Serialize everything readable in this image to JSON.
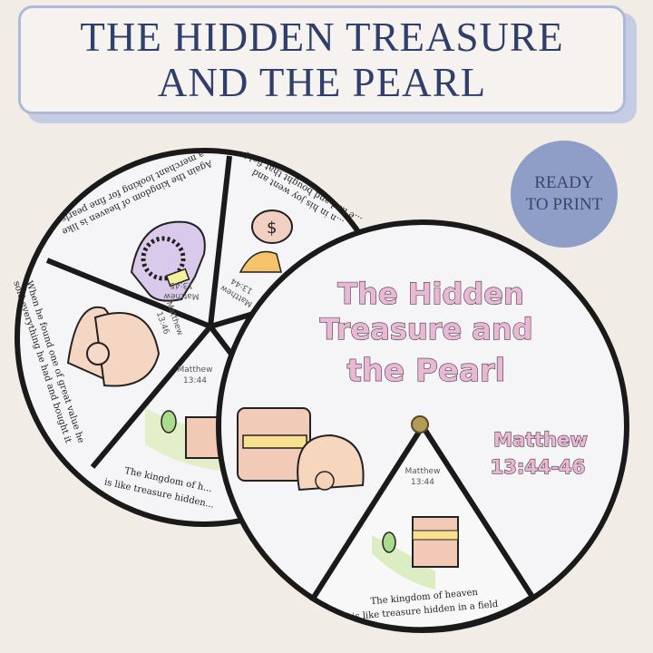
{
  "banner": {
    "line1": "THE HIDDEN TREASURE",
    "line2": "AND THE PEARL"
  },
  "badge": {
    "line1": "READY",
    "line2": "TO PRINT"
  },
  "back_wheel": {
    "segments": [
      {
        "text1": "Again the kingdom of heaven is like",
        "text2": "a merchant looking for fine pearls",
        "ref1": "Matthew",
        "ref2": "13:45",
        "icon": "pearl-necklace-in-shell"
      },
      {
        "text1": "...n in his joy went and",
        "text2": "...e had and bought that field",
        "ref1": "Matthew",
        "ref2": "13:44",
        "icon": "money-bag-hand"
      },
      {
        "text1": "When he found one of great value he",
        "text2": "sold everything he had and bought it",
        "ref1": "Matthew",
        "ref2": "13:46",
        "icon": "open-shell-pearl"
      },
      {
        "text1": "The kingdom of h...",
        "text2": "is like treasure hidden...",
        "ref1": "Matthew",
        "ref2": "13:44",
        "icon": "treasure-chest-field"
      }
    ]
  },
  "front_wheel": {
    "title1": "The Hidden",
    "title2": "Treasure and",
    "title3": "the Pearl",
    "ref1": "Matthew",
    "ref2": "13:44-46",
    "window": {
      "ref1": "Matthew",
      "ref2": "13:44",
      "text1": "The kingdom of heaven",
      "text2": "is like treasure hidden in a field"
    }
  },
  "colors": {
    "navy": "#2f3f6c",
    "badge": "#8e9ec6",
    "background": "#f2ece7"
  }
}
